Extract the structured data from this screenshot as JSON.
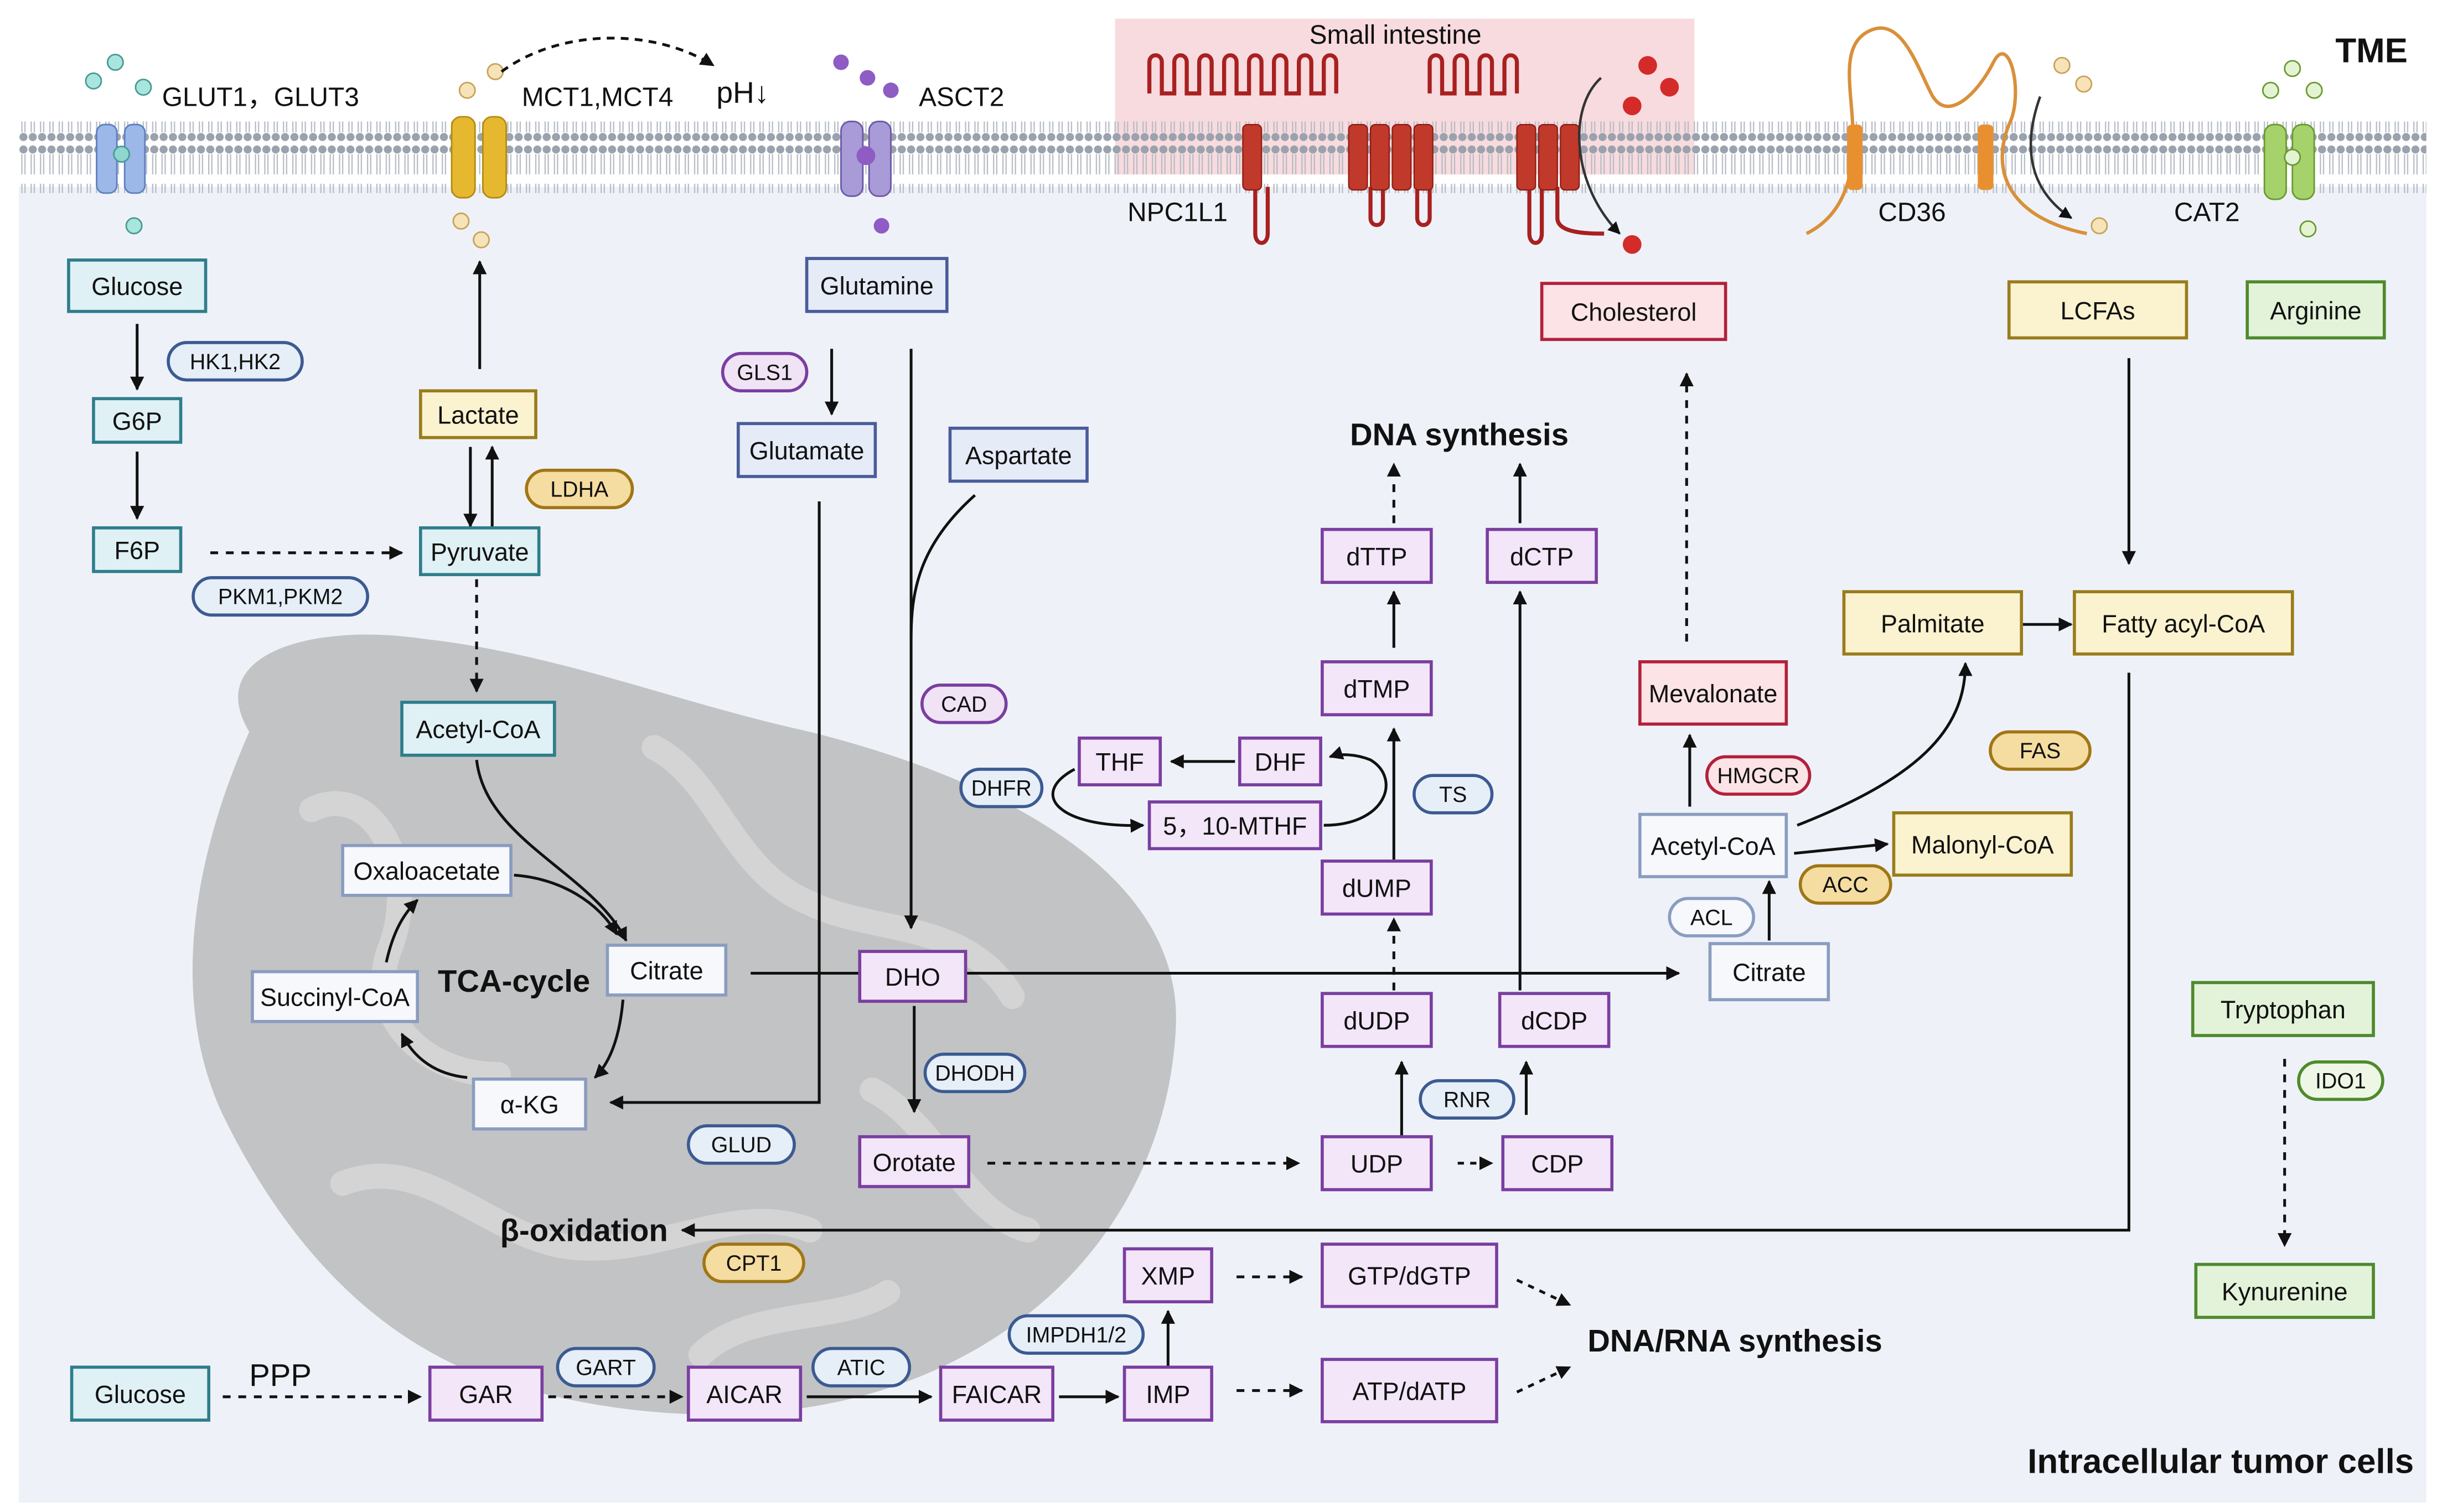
{
  "labels": {
    "tme": "TME",
    "small_intestine": "Small intestine",
    "intracellular": "Intracellular tumor cells",
    "dna_synthesis": "DNA synthesis",
    "dna_rna_synthesis": "DNA/RNA synthesis",
    "beta_oxidation": "β-oxidation",
    "tca_cycle": "TCA-cycle",
    "ppp": "PPP",
    "ph": "pH↓"
  },
  "transporters": {
    "glut": "GLUT1，GLUT3",
    "mct": "MCT1,MCT4",
    "asct2": "ASCT2",
    "npc1l1": "NPC1L1",
    "cd36": "CD36",
    "cat2": "CAT2"
  },
  "metabolites": {
    "glucose_top": "Glucose",
    "g6p": "G6P",
    "f6p": "F6P",
    "lactate": "Lactate",
    "pyruvate": "Pyruvate",
    "acetyl_coa_mito": "Acetyl-CoA",
    "oxaloacetate": "Oxaloacetate",
    "citrate_mito": "Citrate",
    "succinyl_coa": "Succinyl-CoA",
    "akg": "α-KG",
    "glutamine": "Glutamine",
    "glutamate": "Glutamate",
    "aspartate": "Aspartate",
    "dho": "DHO",
    "orotate": "Orotate",
    "thf": "THF",
    "dhf": "DHF",
    "mthf": "5，10-MTHF",
    "dttp": "dTTP",
    "dtmp": "dTMP",
    "dump": "dUMP",
    "dudp": "dUDP",
    "udp": "UDP",
    "dctp": "dCTP",
    "dcdp": "dCDP",
    "cdp": "CDP",
    "cholesterol": "Cholesterol",
    "mevalonate": "Mevalonate",
    "acetyl_coa_cyto": "Acetyl-CoA",
    "citrate_cyto": "Citrate",
    "malonyl_coa": "Malonyl-CoA",
    "palmitate": "Palmitate",
    "fatty_acyl_coa": "Fatty acyl-CoA",
    "lcfas": "LCFAs",
    "arginine": "Arginine",
    "tryptophan": "Tryptophan",
    "kynurenine": "Kynurenine",
    "glucose_bottom": "Glucose",
    "gar": "GAR",
    "aicar": "AICAR",
    "faicar": "FAICAR",
    "imp": "IMP",
    "xmp": "XMP",
    "gtp": "GTP/dGTP",
    "atp": "ATP/dATP"
  },
  "enzymes": {
    "hk": "HK1,HK2",
    "pkm": "PKM1,PKM2",
    "ldha": "LDHA",
    "gls1": "GLS1",
    "cad": "CAD",
    "dhodh": "DHODH",
    "glud": "GLUD",
    "dhfr": "DHFR",
    "ts": "TS",
    "rnr": "RNR",
    "hmgcr": "HMGCR",
    "acl": "ACL",
    "acc": "ACC",
    "fas": "FAS",
    "ido1": "IDO1",
    "cpt1": "CPT1",
    "gart": "GART",
    "atic": "ATIC",
    "impdh": "IMPDH1/2"
  }
}
